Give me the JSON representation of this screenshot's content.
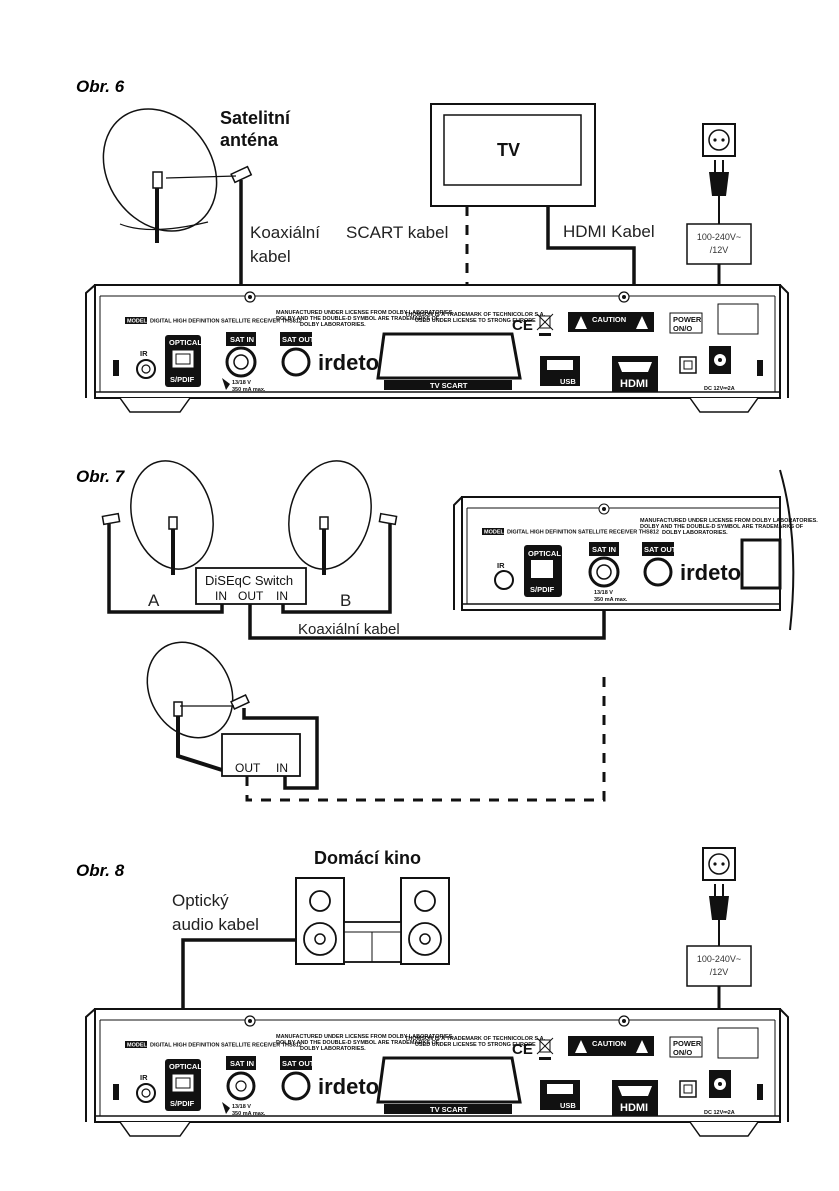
{
  "fig6": {
    "label": "Obr. 6",
    "antenna_label_1": "Satelitní",
    "antenna_label_2": "anténa",
    "tv_label": "TV",
    "coax_label_1": "Koaxiální",
    "coax_label_2": "kabel",
    "scart_label": "SCART kabel",
    "hdmi_label": "HDMI Kabel",
    "psu_line1": "100-240V~",
    "psu_line2": "/12V"
  },
  "fig7": {
    "label": "Obr. 7",
    "switch_title": "DiSEqC Switch",
    "switch_in1": "IN",
    "switch_out": "OUT",
    "switch_in2": "IN",
    "dish_a": "A",
    "dish_b": "B",
    "coax_label": "Koaxiální kabel",
    "box_out": "OUT",
    "box_in": "IN"
  },
  "fig8": {
    "label": "Obr. 8",
    "home_cinema": "Domácí kino",
    "optical_1": "Optický",
    "optical_2": "audio kabel",
    "psu_line1": "100-240V~",
    "psu_line2": "/12V"
  },
  "receiver": {
    "model_tag": "MODEL",
    "model_text": "DIGITAL HIGH DEFINITION SATELLITE RECEIVER THS812",
    "dolby_1": "MANUFACTURED UNDER LICENSE FROM DOLBY LABORATORIES.",
    "dolby_2": "DOLBY AND THE DOUBLE-D SYMBOL ARE TRADEMARKS OF",
    "dolby_3": "DOLBY LABORATORIES.",
    "thomson_1": "THOMSON IS A TRADEMARK OF TECHNICOLOR S.A.",
    "thomson_2": "USED UNDER LICENSE TO STRONG EUROPE",
    "ce": "CE",
    "caution": "CAUTION",
    "power_1": "POWER",
    "power_2": "ON/O",
    "ir": "IR",
    "optical": "OPTICAL",
    "spdif": "S/PDIF",
    "sat_in": "SAT IN",
    "sat_out": "SAT OUT",
    "lnb_1": "13/18 V",
    "lnb_2": "350 mA max.",
    "brand": "irdeto",
    "tv_scart": "TV SCART",
    "usb": "USB",
    "hdmi": "HDMI",
    "dc": "DC 12V⎓2A"
  }
}
